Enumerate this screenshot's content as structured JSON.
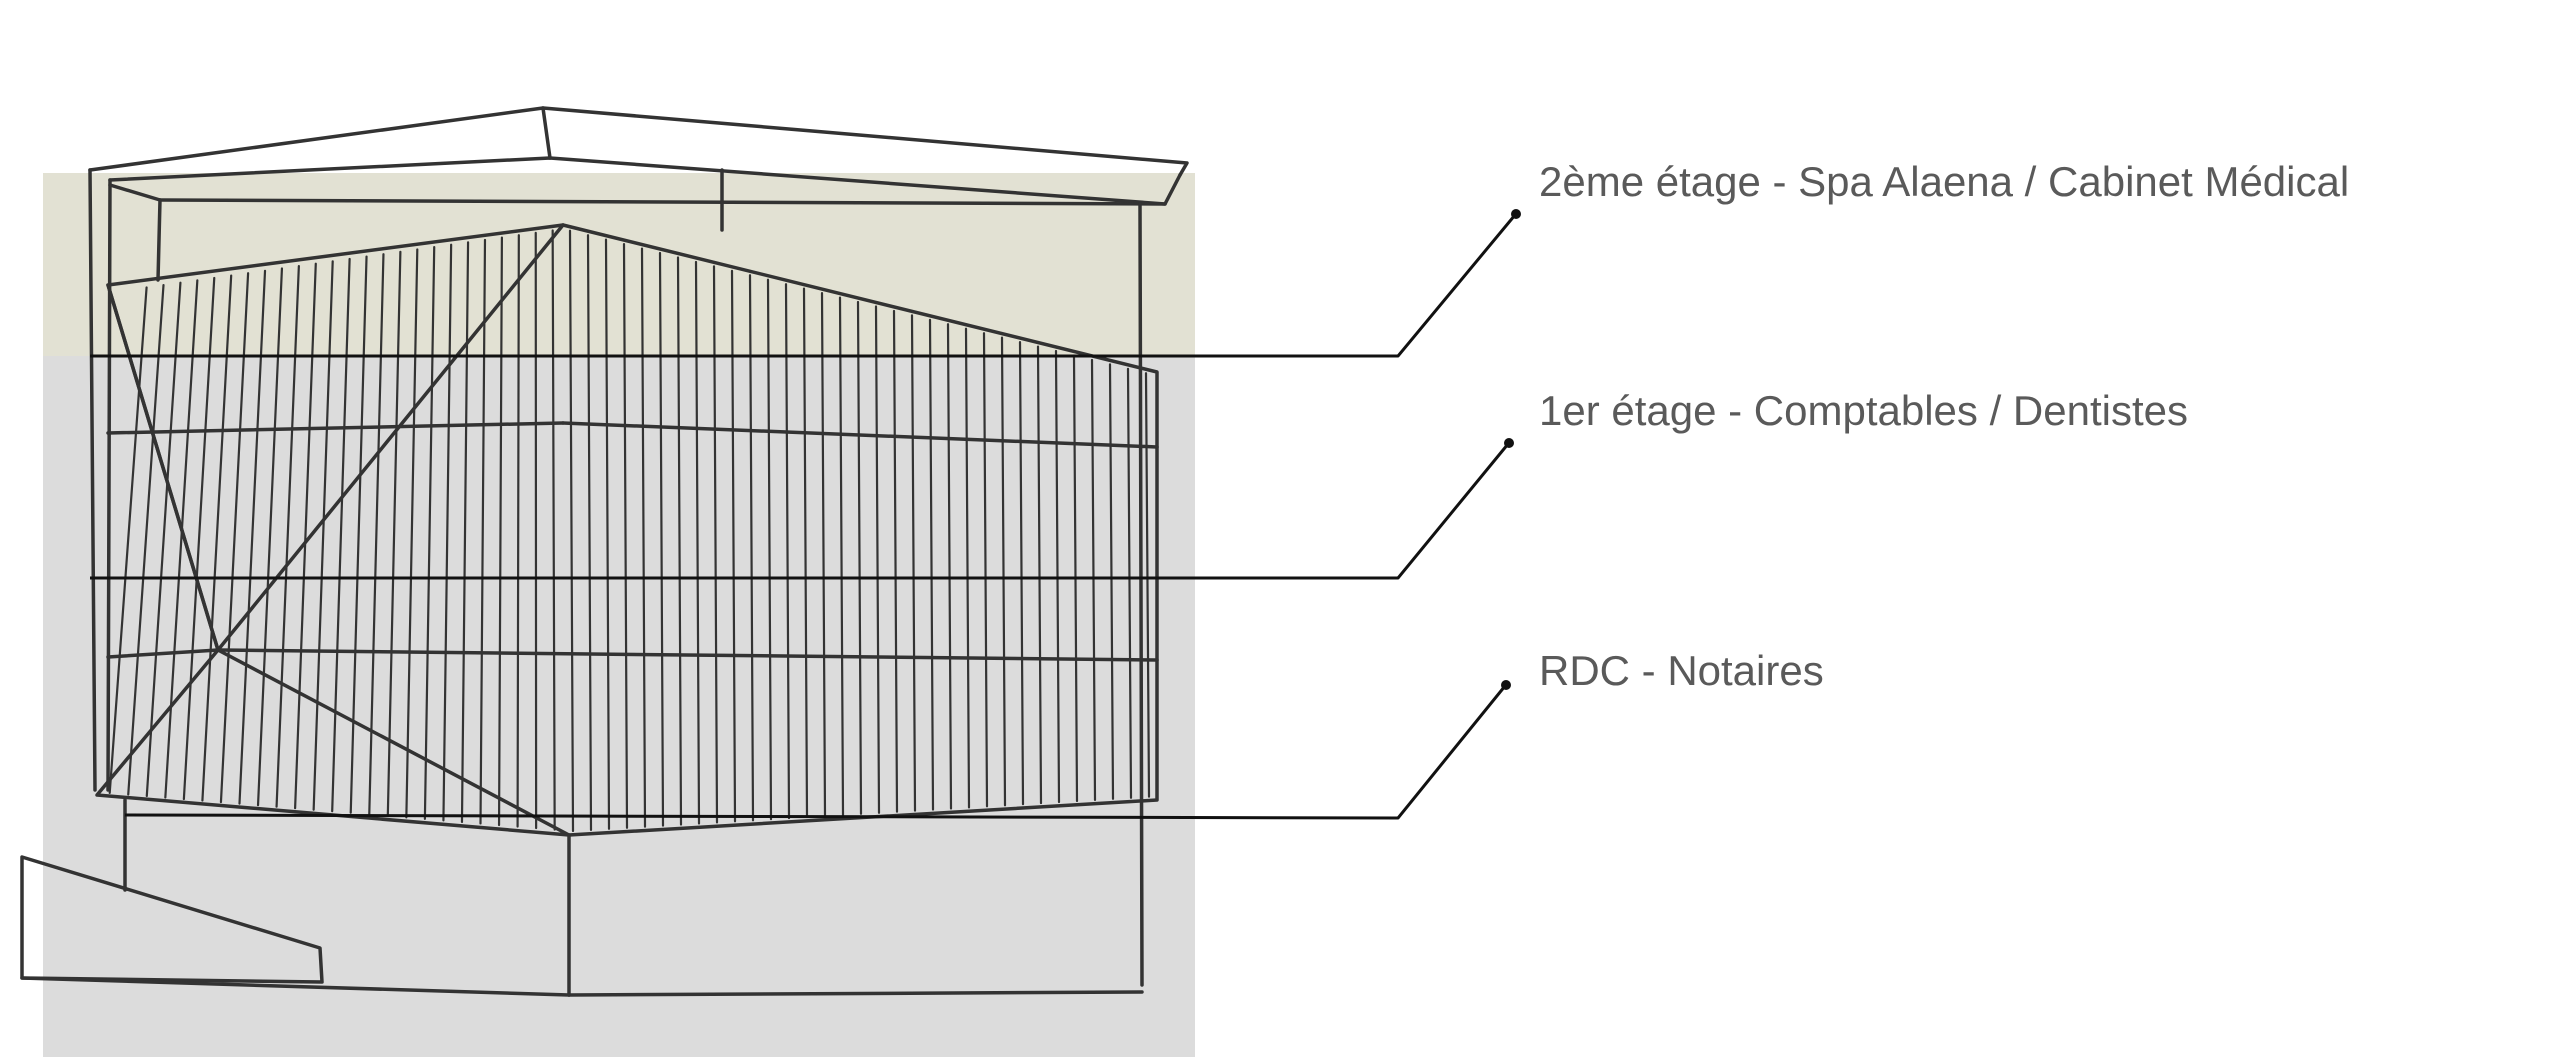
{
  "diagram": {
    "floors": [
      {
        "id": "floor2",
        "label": "2ème étage - Spa Alaena / Cabinet Médical",
        "band_color": "#e2e1d3"
      },
      {
        "id": "floor1",
        "label": "1er étage - Comptables / Dentistes",
        "band_color": "#dcdcdc"
      },
      {
        "id": "rdc",
        "label": "RDC - Notaires",
        "band_color": "#dcdcdc"
      }
    ],
    "colors": {
      "sketch_stroke": "#333333",
      "leader_stroke": "#111111",
      "label_text": "#5a5a5a",
      "top_band": "#e2e1d3",
      "lower_band": "#dcdcdc"
    }
  }
}
